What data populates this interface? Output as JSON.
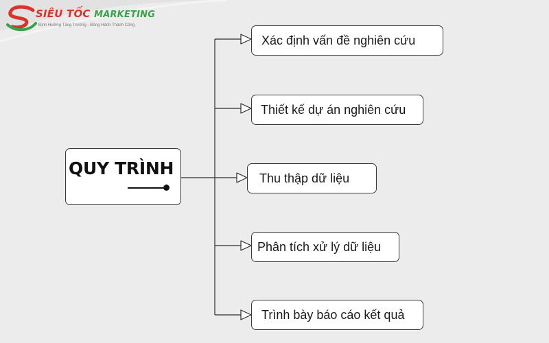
{
  "logo": {
    "title_part1": "SIÊU TỐC",
    "title_part2": "MARKETING",
    "slogan": "Định Hướng Tăng Trưởng - Đồng Hành Thành Công",
    "mark_colors": {
      "red": "#d9342b",
      "green": "#3aa14a"
    }
  },
  "diagram": {
    "root": {
      "title": "QUY TRÌNH"
    },
    "steps": [
      {
        "label": "Xác định vấn đề nghiên cứu"
      },
      {
        "label": "Thiết kế dự án nghiên cứu"
      },
      {
        "label": "Thu thập dữ liệu"
      },
      {
        "label": "Phân tích xử lý dữ liệu"
      },
      {
        "label": "Trình bày báo cáo kết quả"
      }
    ]
  },
  "colors": {
    "background": "#ececec",
    "box_fill": "#ffffff",
    "line": "#2b2b2b"
  }
}
